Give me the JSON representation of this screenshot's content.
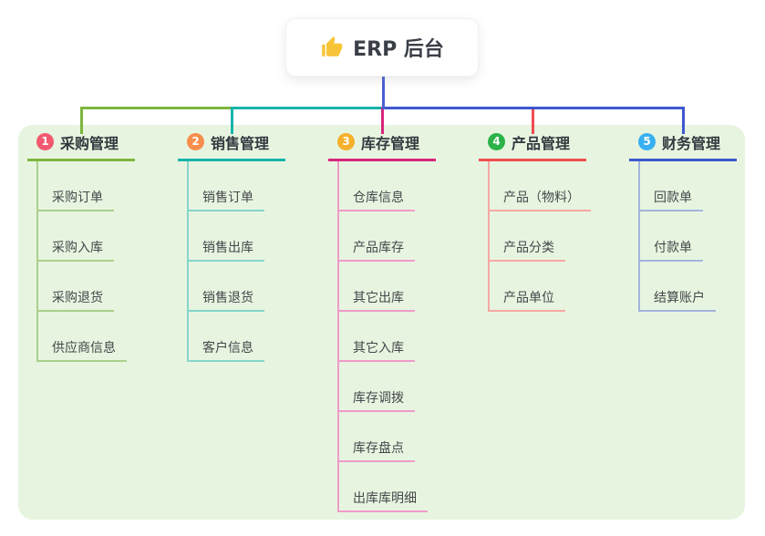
{
  "root": {
    "title": "ERP 后台",
    "icon": "thumbs-up-icon",
    "icon_color": "#f7c437",
    "line_color": "#4a60cf"
  },
  "panel": {
    "bg_color": "#e7f5e0"
  },
  "branches": [
    {
      "badge": "1",
      "label": "采购管理",
      "badge_color": "#f2586f",
      "line_color": "#7db63e",
      "child_line_color": "#aad08b",
      "children": [
        "采购订单",
        "采购入库",
        "采购退货",
        "供应商信息"
      ]
    },
    {
      "badge": "2",
      "label": "销售管理",
      "badge_color": "#f78e4b",
      "line_color": "#18b4ab",
      "child_line_color": "#85d5cc",
      "children": [
        "销售订单",
        "销售出库",
        "销售退货",
        "客户信息"
      ]
    },
    {
      "badge": "3",
      "label": "库存管理",
      "badge_color": "#f5b02c",
      "line_color": "#d8257c",
      "child_line_color": "#ef9bc8",
      "children": [
        "仓库信息",
        "产品库存",
        "其它出库",
        "其它入库",
        "库存调拨",
        "库存盘点",
        "出库库明细"
      ]
    },
    {
      "badge": "4",
      "label": "产品管理",
      "badge_color": "#2cb34a",
      "line_color": "#ef4c52",
      "child_line_color": "#f7a7a3",
      "children": [
        "产品（物料）",
        "产品分类",
        "产品单位"
      ]
    },
    {
      "badge": "5",
      "label": "财务管理",
      "badge_color": "#38b0f2",
      "line_color": "#3f57cf",
      "child_line_color": "#a5b3dd",
      "children": [
        "回款单",
        "付款单",
        "结算账户"
      ]
    }
  ]
}
